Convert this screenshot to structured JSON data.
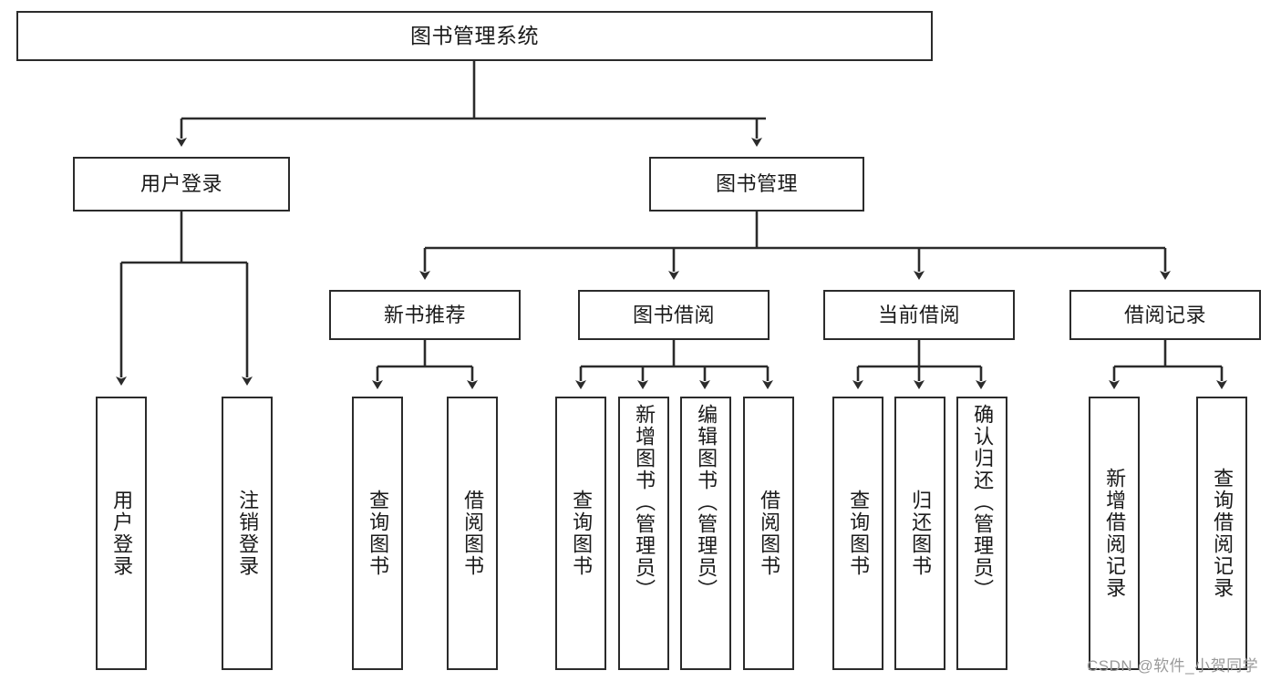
{
  "diagram": {
    "title": "图书管理系统",
    "type": "tree-hierarchy",
    "watermark": "CSDN @软件_小贺同学",
    "colors": {
      "stroke": "#2b2b2b",
      "fill": "#ffffff",
      "text": "#1a1a1a",
      "watermark": "#9a9a9a"
    },
    "nodes": {
      "root": {
        "label": "图书管理系统"
      },
      "level2": [
        {
          "id": "user-login",
          "label": "用户登录"
        },
        {
          "id": "book-management",
          "label": "图书管理"
        }
      ],
      "level3": [
        {
          "id": "new-book-recommend",
          "label": "新书推荐"
        },
        {
          "id": "book-borrow",
          "label": "图书借阅"
        },
        {
          "id": "current-borrow",
          "label": "当前借阅"
        },
        {
          "id": "borrow-record",
          "label": "借阅记录"
        }
      ],
      "leaves": {
        "user_login": [
          {
            "id": "leaf-user-login",
            "label": "用户登录"
          },
          {
            "id": "leaf-logout-login",
            "label": "注销登录"
          }
        ],
        "new_book_recommend": [
          {
            "id": "leaf-query-book-1",
            "label": "查询图书"
          },
          {
            "id": "leaf-borrow-book-1",
            "label": "借阅图书"
          }
        ],
        "book_borrow": [
          {
            "id": "leaf-query-book-2",
            "label": "查询图书"
          },
          {
            "id": "leaf-add-book",
            "label": "新增图书（管理员）"
          },
          {
            "id": "leaf-edit-book",
            "label": "编辑图书（管理员）"
          },
          {
            "id": "leaf-borrow-book-2",
            "label": "借阅图书"
          }
        ],
        "current_borrow": [
          {
            "id": "leaf-query-book-3",
            "label": "查询图书"
          },
          {
            "id": "leaf-return-book",
            "label": "归还图书"
          },
          {
            "id": "leaf-confirm-return",
            "label": "确认归还（管理员）"
          }
        ],
        "borrow_record": [
          {
            "id": "leaf-add-record",
            "label": "新增借阅记录"
          },
          {
            "id": "leaf-query-record",
            "label": "查询借阅记录"
          }
        ]
      }
    }
  }
}
